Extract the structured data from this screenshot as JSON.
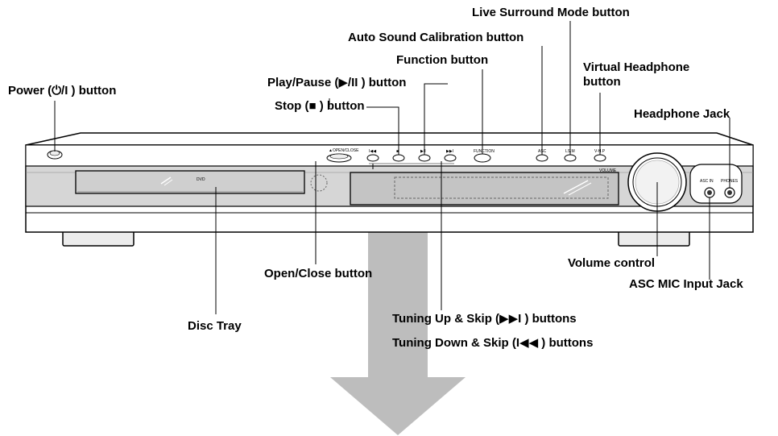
{
  "labels": {
    "power": {
      "text": "Power (",
      "symbol": "⏻/I",
      "suffix": " ) button"
    },
    "stop": {
      "text": "Stop (",
      "symbol": "■",
      "suffix": " ) button"
    },
    "play_pause": {
      "text": "Play/Pause (",
      "symbol": "▶/II",
      "suffix": " ) button"
    },
    "function": "Function button",
    "auto_sound_calibration": "Auto Sound Calibration button",
    "live_surround": "Live Surround Mode button",
    "virtual_headphone_line1": "Virtual Headphone",
    "virtual_headphone_line2": "button",
    "headphone_jack": "Headphone Jack",
    "open_close": "Open/Close button",
    "disc_tray": "Disc Tray",
    "volume_control": "Volume control",
    "asc_mic": "ASC MIC Input Jack",
    "tuning_up": {
      "text": "Tuning Up & Skip (",
      "symbol": "▶▶I",
      "suffix": " ) buttons"
    },
    "tuning_down": {
      "text": "Tuning Down & Skip (",
      "symbol": "I◀◀",
      "suffix": " ) buttons"
    }
  },
  "panel_text": {
    "open_close": "▲OPEN/CLOSE",
    "function": "FUNCTION",
    "asc": "ASC",
    "lsm": "LS.M",
    "vhp": "V-H.P",
    "volume": "VOLUME",
    "asc_in": "ASC IN",
    "phones": "PHONES",
    "dvd_logo": "DVD",
    "prev_glyph": "I◀◀",
    "stop_glyph": "■",
    "play_glyph": "▶II",
    "next_glyph": "▶▶I"
  }
}
